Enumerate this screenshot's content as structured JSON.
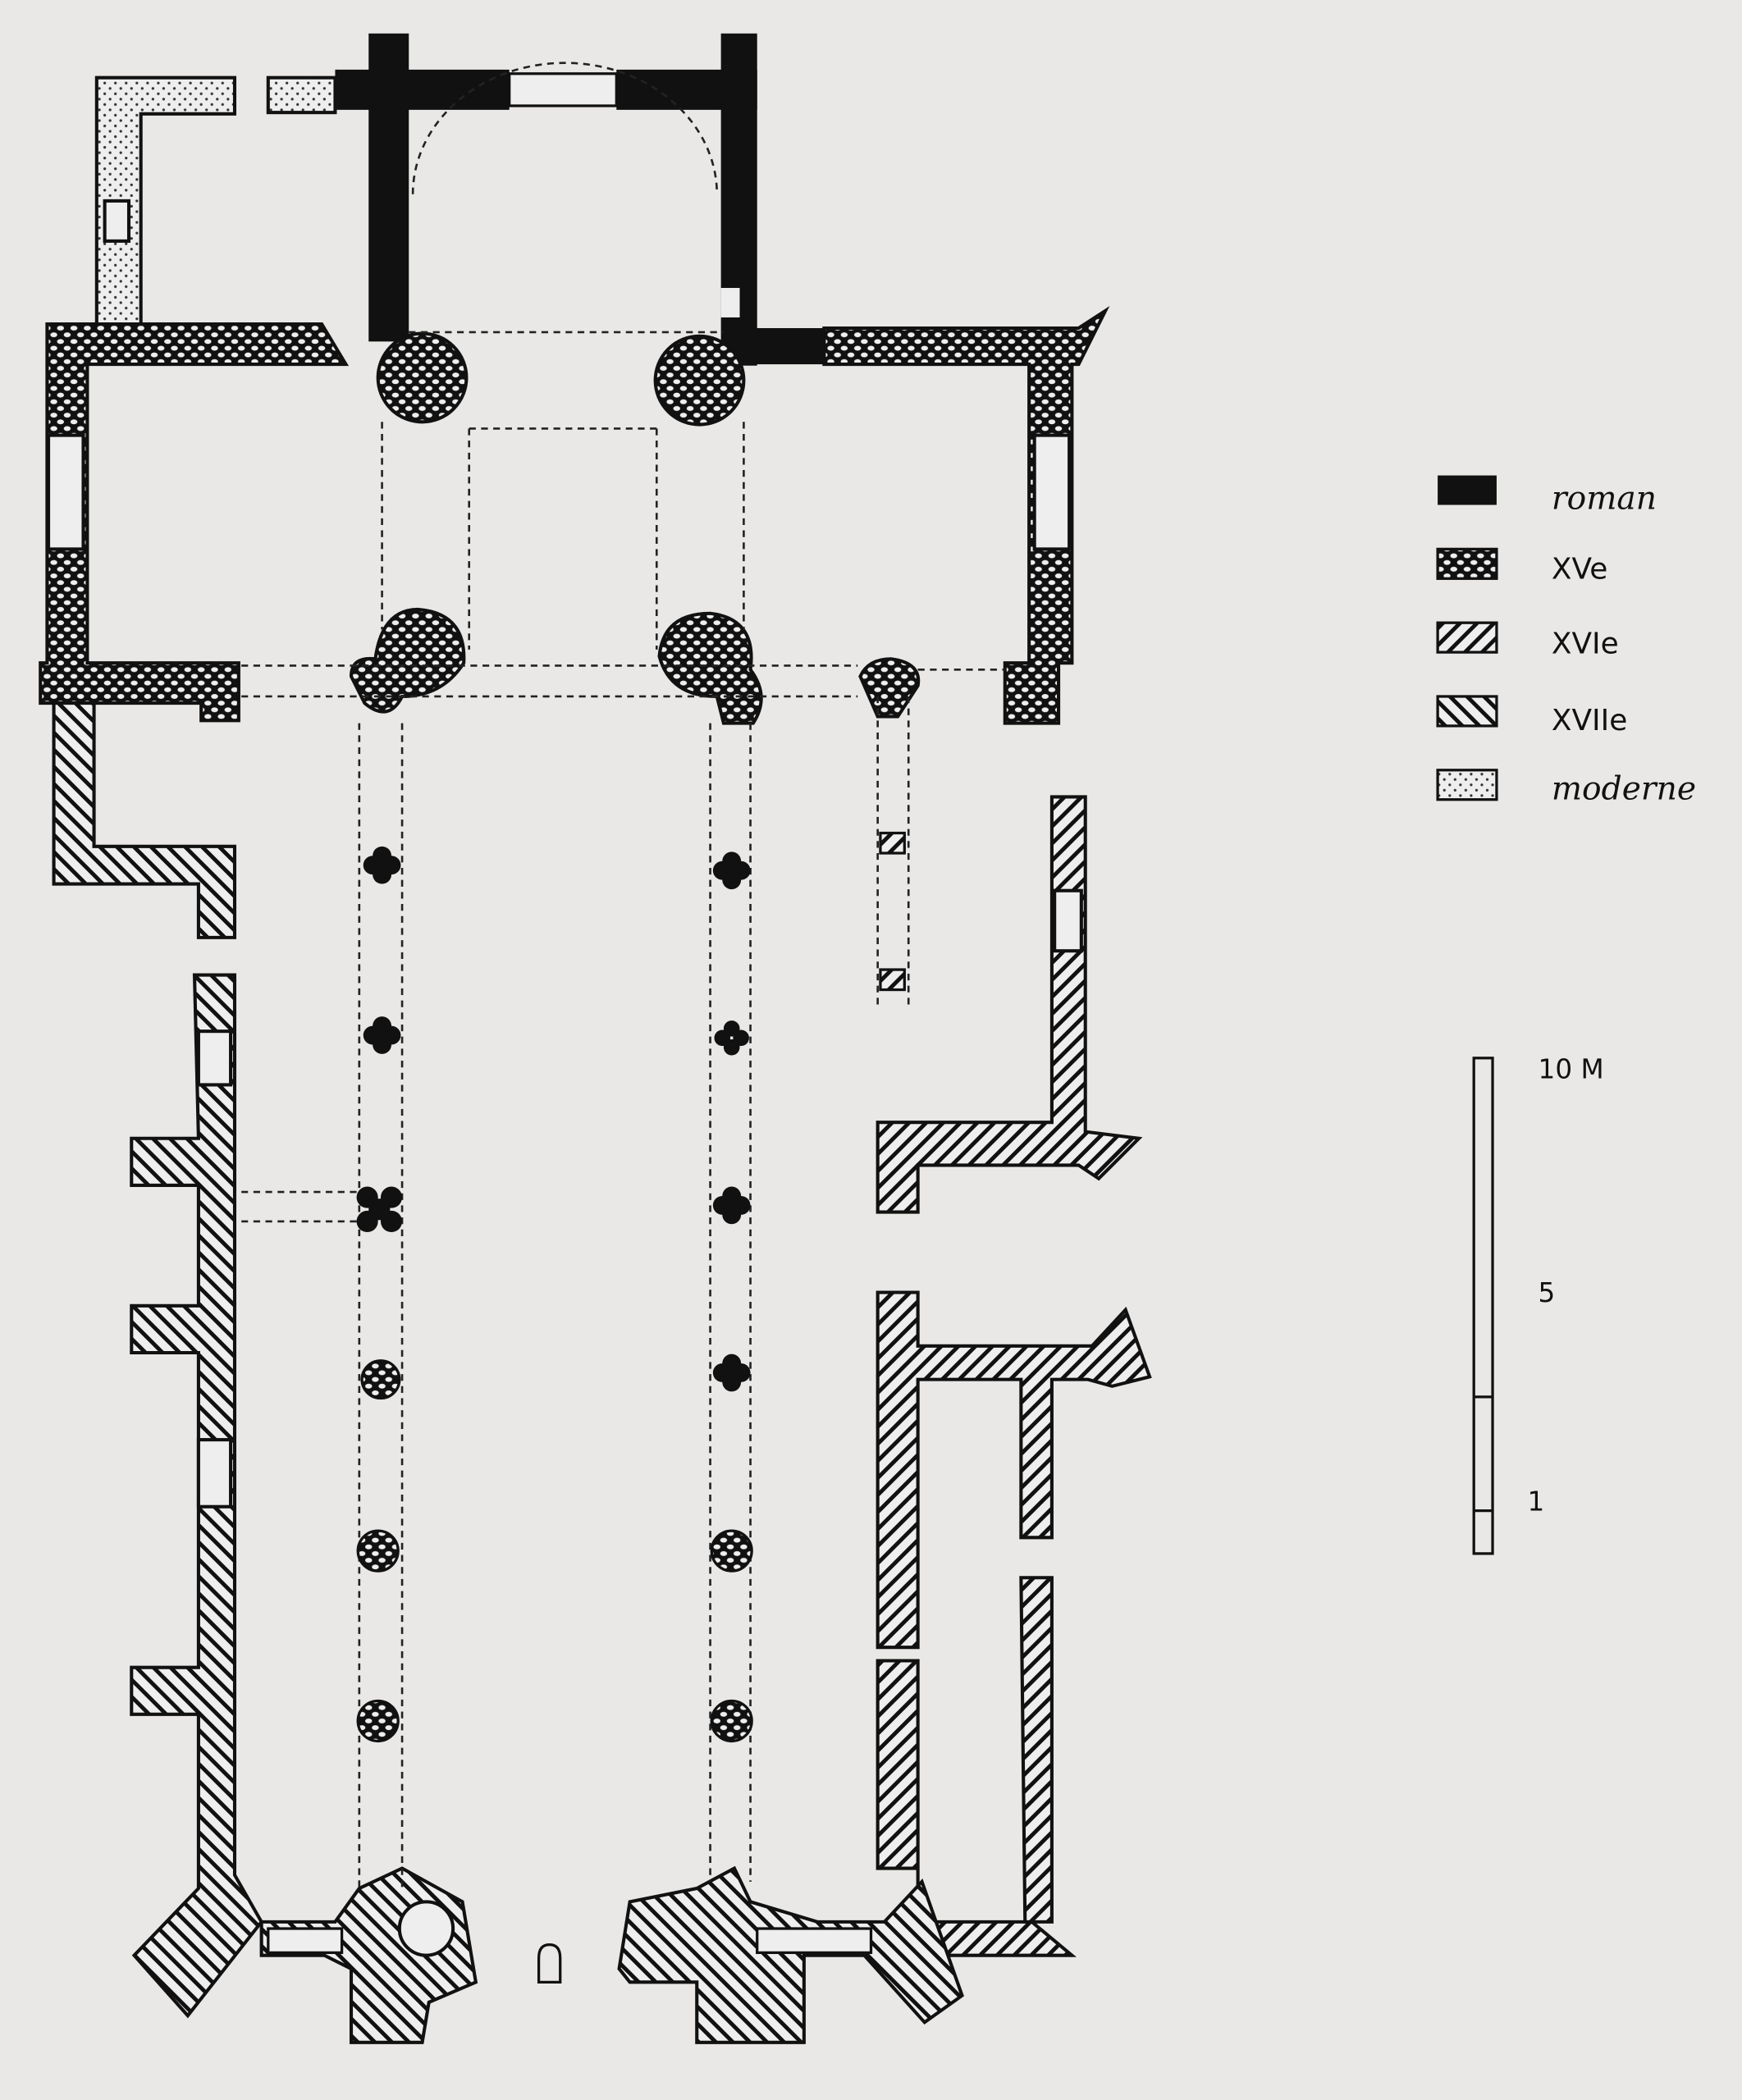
{
  "legend": {
    "items": [
      {
        "label": "roman",
        "pattern": "solid-black"
      },
      {
        "label": "XVe",
        "pattern": "crosshatch"
      },
      {
        "label": "XVIe",
        "pattern": "hatch-forward"
      },
      {
        "label": "XVIIe",
        "pattern": "hatch-back"
      },
      {
        "label": "moderne",
        "pattern": "dots"
      }
    ]
  },
  "scale": {
    "top": "10 M",
    "mid": "5",
    "low": "1"
  },
  "colors": {
    "paper": "#e9e8e6",
    "ink": "#111111"
  }
}
